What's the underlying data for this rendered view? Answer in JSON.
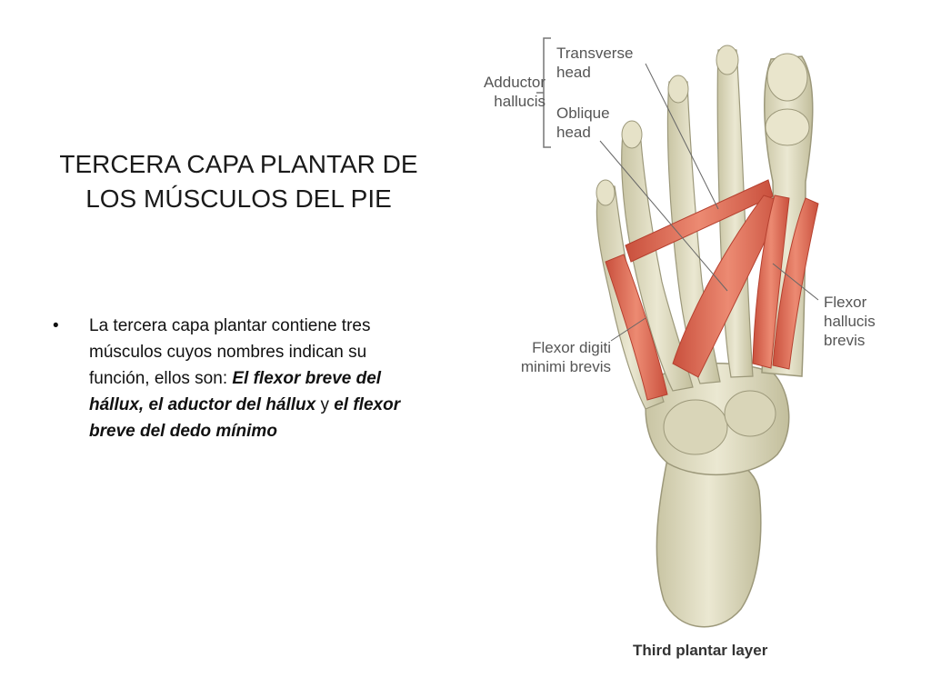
{
  "slide": {
    "title": "TERCERA CAPA PLANTAR DE LOS MÚSCULOS DEL PIE",
    "bullet": {
      "marker": "•",
      "text_regular_1": "La tercera capa plantar contiene tres músculos cuyos nombres indican su función, ellos son: ",
      "text_bold_1": "El flexor breve del hállux, el aductor del hállux",
      "text_regular_2": " y ",
      "text_bold_2": "el flexor breve del dedo mínimo"
    }
  },
  "figure": {
    "labels": {
      "adductor": "Adductor hallucis",
      "transverse": "Transverse head",
      "oblique": "Oblique head",
      "flexor_hallucis": "Flexor hallucis brevis",
      "flexor_digiti": "Flexor digiti minimi brevis"
    },
    "caption": "Third plantar layer",
    "colors": {
      "bone": "#e3dfc4",
      "bone_shadow": "#b9b593",
      "muscle": "#e0705a",
      "muscle_dark": "#c8503e",
      "label_text": "#555555"
    }
  }
}
